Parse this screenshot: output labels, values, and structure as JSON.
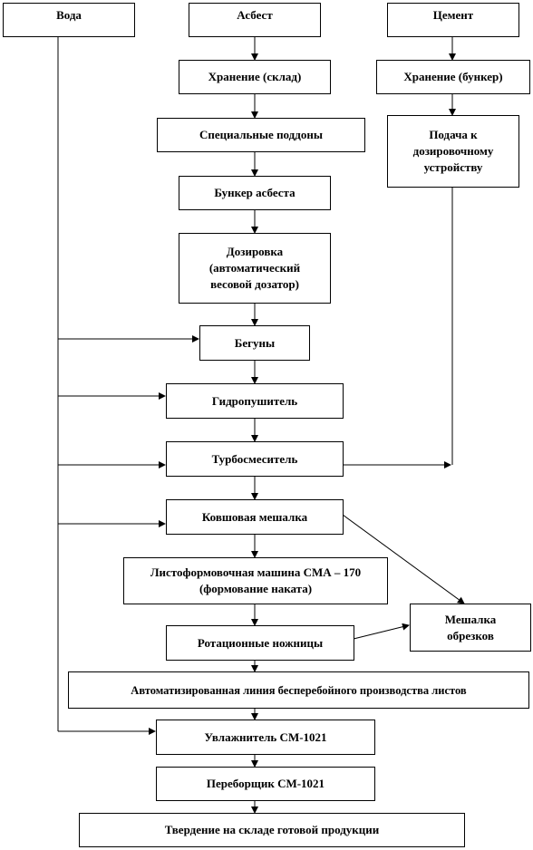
{
  "nodes": {
    "voda": "Вода",
    "asbest": "Асбест",
    "cement": "Цемент",
    "hranenie_sklad": "Хранение (склад)",
    "hranenie_bunker": "Хранение (бункер)",
    "poddony": "Специальные поддоны",
    "podacha": "Подача к дозировочному устройству",
    "bunker_asbesta": "Бункер асбеста",
    "dozirovka": "Дозировка (автоматический весовой дозатор)",
    "beguny": "Бегуны",
    "gidropushitel": "Гидропушитель",
    "turbosmesitel": "Турбосмеситель",
    "kovshovaya_meshalka": "Ковшовая мешалка",
    "listoformovochnaya": "Листоформовочная машина СМА – 170 (формование наката)",
    "meshalka_obrezkov": "Мешалка обрезков",
    "rotacionnye_nozhnicy": "Ротационные ножницы",
    "avtomatizirovannaya_liniya": "Автоматизированная линия бесперебойного производства листов",
    "uvlazhnitel": "Увлажнитель СМ-1021",
    "pereborshik": "Переборщик СМ-1021",
    "tverdenie": "Твердение на складе готовой продукции"
  }
}
